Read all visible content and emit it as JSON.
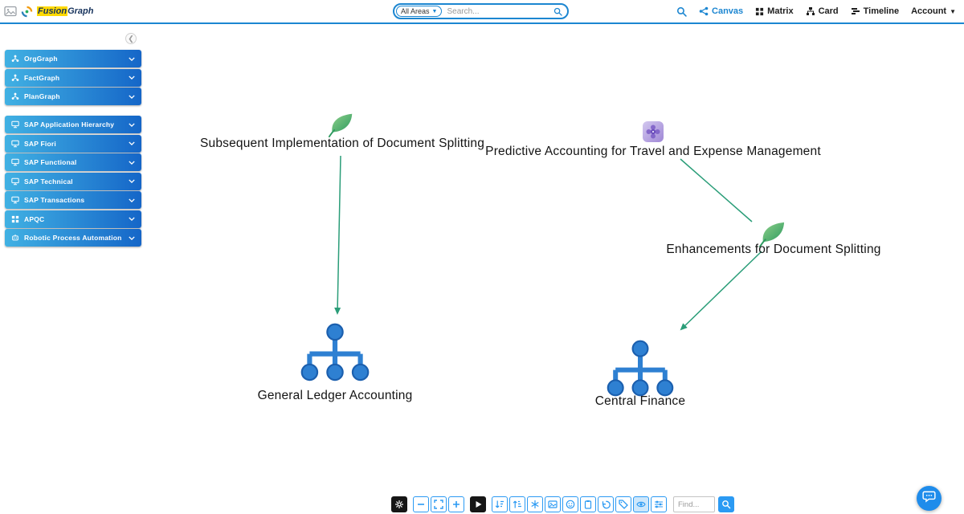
{
  "header": {
    "brand": {
      "first": "Fusion",
      "second": "Graph"
    },
    "area_filter": {
      "label": "All Areas"
    },
    "search_placeholder": "Search...",
    "nav": {
      "canvas": "Canvas",
      "matrix": "Matrix",
      "card": "Card",
      "timeline": "Timeline",
      "account": "Account"
    }
  },
  "sidebar": {
    "groups": [
      {
        "items": [
          {
            "label": "OrgGraph"
          },
          {
            "label": "FactGraph"
          },
          {
            "label": "PlanGraph"
          }
        ]
      },
      {
        "items": [
          {
            "label": "SAP Application Hierarchy"
          },
          {
            "label": "SAP Fiori"
          },
          {
            "label": "SAP Functional"
          },
          {
            "label": "SAP Technical"
          },
          {
            "label": "SAP Transactions"
          },
          {
            "label": "APQC"
          },
          {
            "label": "Robotic Process Automation"
          }
        ]
      }
    ]
  },
  "canvas": {
    "nodes": [
      {
        "type": "leaf",
        "label": "Subsequent Implementation of Document Splitting"
      },
      {
        "type": "ai",
        "label": "Predictive Accounting for Travel and Expense Management"
      },
      {
        "type": "leaf",
        "label": "Enhancements for Document Splitting"
      },
      {
        "type": "org-chart",
        "label": "General Ledger Accounting"
      },
      {
        "type": "org-chart",
        "label": "Central Finance"
      }
    ],
    "edge_color": "#2a9d78"
  },
  "toolbar": {
    "find_placeholder": "Find...",
    "buttons": [
      "settings",
      "zoom-out",
      "zoom-fit",
      "zoom-in",
      "play",
      "layout-sort-down",
      "layout-sort-up",
      "clear-all",
      "snapshot",
      "feedback",
      "clipboard",
      "undo",
      "tags",
      "visibility",
      "filters",
      "find-submit"
    ],
    "active_button": "visibility"
  },
  "colors": {
    "accent_blue": "#1c86d1",
    "toolbar_blue": "#2b9af3",
    "sidebar_gradient_start": "#41b1e3",
    "sidebar_gradient_end": "#1566c8",
    "edge_teal": "#2a9d78",
    "node_blue": "#2e80d2",
    "leaf_green": "#2d9a5f",
    "ai_purple": "#8468c8",
    "brand_yellow": "#ffd900"
  }
}
